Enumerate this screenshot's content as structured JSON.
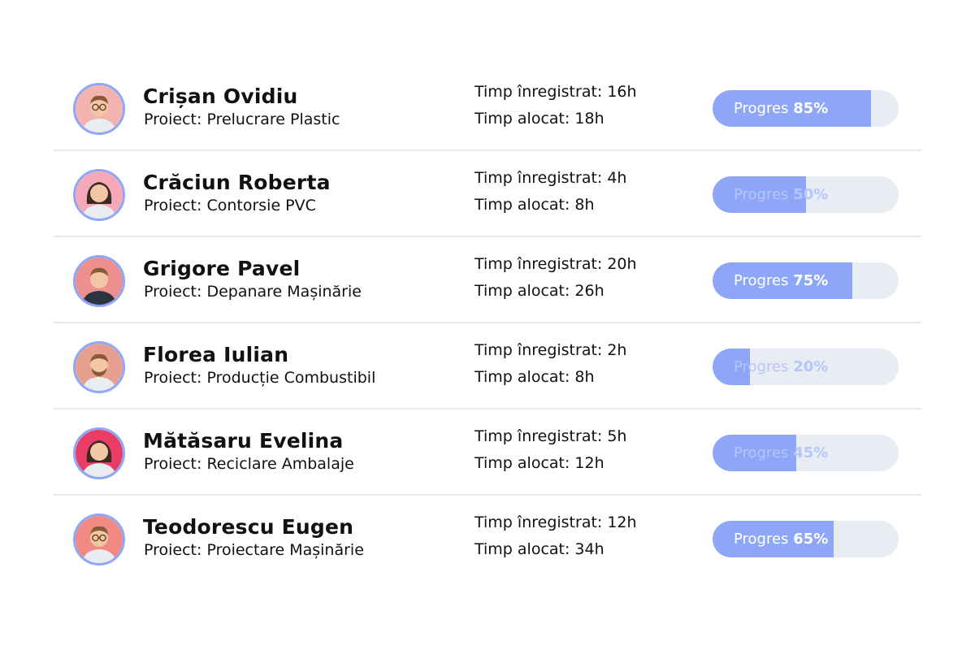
{
  "colors": {
    "accent": "#8ea6f8",
    "track": "#e8edf3",
    "divider": "#e6e8ec",
    "text": "#111111"
  },
  "employees": [
    {
      "name": "Crișan Ovidiu",
      "project": "Proiect: Prelucrare Plastic",
      "time_recorded": "Timp înregistrat: 16h",
      "time_allocated": "Timp alocat: 18h",
      "progress_prefix": "Progres",
      "progress_text": "85%",
      "progress_value": 85,
      "avatar_icon": "person-glasses-icon",
      "avatar_bg": "#f3b3b0"
    },
    {
      "name": "Crăciun Roberta",
      "project": "Proiect: Contorsie PVC",
      "time_recorded": "Timp înregistrat: 4h",
      "time_allocated": "Timp alocat: 8h",
      "progress_prefix": "Progres",
      "progress_text": "50%",
      "progress_value": 50,
      "avatar_icon": "person-woman-icon",
      "avatar_bg": "#f5a8b8"
    },
    {
      "name": "Grigore Pavel",
      "project": "Proiect: Depanare Mașinărie",
      "time_recorded": "Timp înregistrat: 20h",
      "time_allocated": "Timp alocat: 26h",
      "progress_prefix": "Progres",
      "progress_text": "75%",
      "progress_value": 75,
      "avatar_icon": "person-suit-icon",
      "avatar_bg": "#ee8f8f"
    },
    {
      "name": "Florea Iulian",
      "project": "Proiect: Producție Combustibil",
      "time_recorded": "Timp înregistrat: 2h",
      "time_allocated": "Timp alocat: 8h",
      "progress_prefix": "Progres",
      "progress_text": "20%",
      "progress_value": 20,
      "avatar_icon": "person-beard-icon",
      "avatar_bg": "#e7a08f"
    },
    {
      "name": "Mătăsaru Evelina",
      "project": "Proiect: Reciclare Ambalaje",
      "time_recorded": "Timp înregistrat: 5h",
      "time_allocated": "Timp alocat: 12h",
      "progress_prefix": "Progres",
      "progress_text": "45%",
      "progress_value": 45,
      "avatar_icon": "person-woman-icon",
      "avatar_bg": "#ea3d66"
    },
    {
      "name": "Teodorescu Eugen",
      "project": "Proiect: Proiectare Mașinărie",
      "time_recorded": "Timp înregistrat: 12h",
      "time_allocated": "Timp alocat: 34h",
      "progress_prefix": "Progres",
      "progress_text": "65%",
      "progress_value": 65,
      "avatar_icon": "person-glasses-icon",
      "avatar_bg": "#f08a82"
    }
  ]
}
